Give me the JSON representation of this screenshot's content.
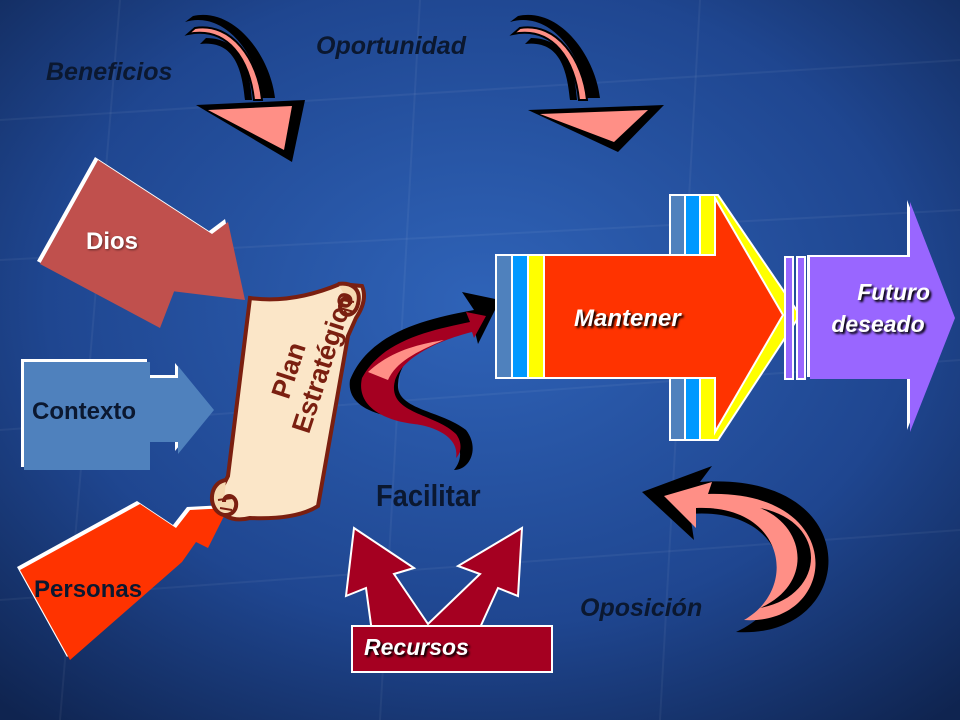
{
  "labels": {
    "beneficios": "Beneficios",
    "oportunidad": "Oportunidad",
    "dios": "Dios",
    "contexto": "Contexto",
    "personas": "Personas",
    "plan_line1": "Plan",
    "plan_line2": "Estratégico",
    "mantener": "Mantener",
    "futuro_line1": "Futuro",
    "futuro_line2": "deseado",
    "facilitar": "Facilitar",
    "recursos": "Recursos",
    "oposicion": "Oposición"
  },
  "colors": {
    "background": "#24509a",
    "dios": "#c0504d",
    "contexto": "#4f81bd",
    "personas": "#ff3300",
    "mantener": "#ff3300",
    "futuro": "#9966ff",
    "scroll": "#fbe6c8",
    "scroll_outline": "#7a1f10",
    "dark_red": "#a50021",
    "pink": "#ff8f86",
    "yellow": "#ffff00",
    "cyan_blue": "#0099ff"
  },
  "icons": [
    "curved-arrow-beneficios-icon",
    "curved-arrow-oportunidad-icon",
    "curved-arrow-facilitar-icon",
    "curved-arrow-oposicion-icon"
  ]
}
